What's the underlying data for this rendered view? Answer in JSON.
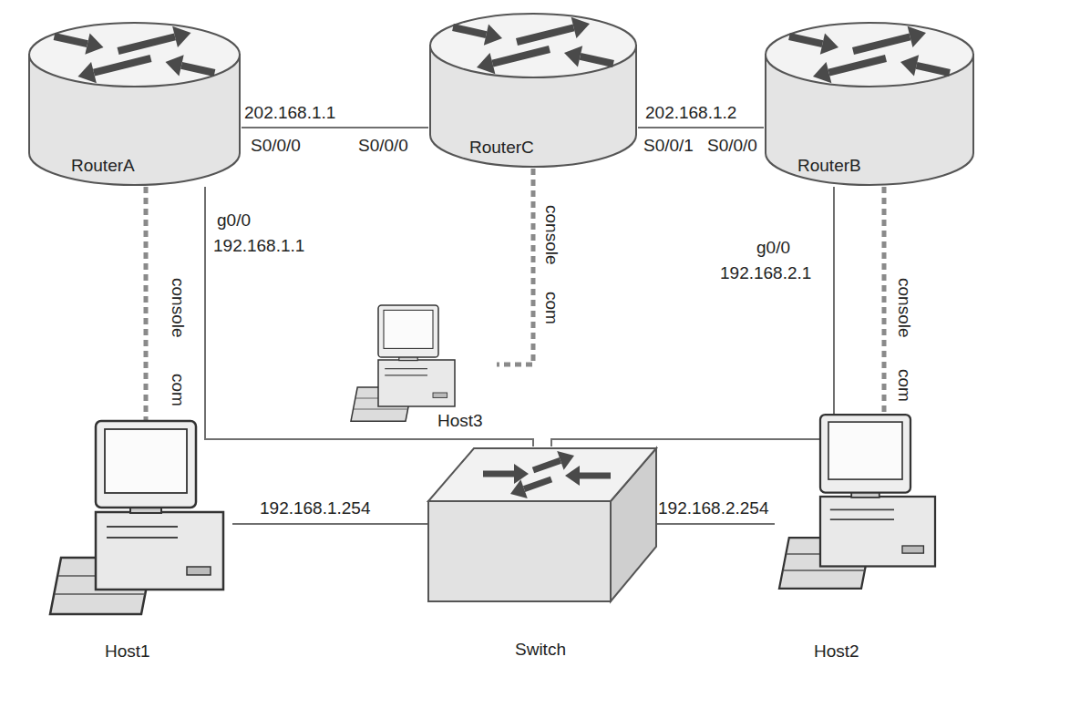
{
  "diagram": {
    "nodes": [
      {
        "text": [
          "RouterA"
        ]
      },
      {
        "text": [
          "RouterC"
        ]
      },
      {
        "text": [
          "RouterB"
        ]
      },
      {
        "text": [
          "Host3"
        ]
      },
      {
        "text": [
          "Host1"
        ]
      },
      {
        "text": [
          "Switch"
        ]
      },
      {
        "text": [
          "Host2"
        ]
      }
    ],
    "edges": [
      {
        "from": 0,
        "to": 1,
        "arrow": "none"
      },
      {
        "from": 1,
        "to": 2,
        "arrow": "none"
      },
      {
        "from": 0,
        "to": 4,
        "arrow": "none"
      },
      {
        "from": 1,
        "to": 3,
        "arrow": "none"
      },
      {
        "from": 2,
        "to": 6,
        "arrow": "none"
      },
      {
        "from": 0,
        "to": 5,
        "arrow": "none"
      },
      {
        "from": 2,
        "to": 5,
        "arrow": "none"
      },
      {
        "from": 4,
        "to": 5,
        "arrow": "none"
      },
      {
        "from": 5,
        "to": 6,
        "arrow": "none"
      }
    ],
    "labels": [
      "202.168.1.1",
      "S0/0/0",
      "S0/0/0",
      "202.168.1.2",
      "S0/0/1",
      "S0/0/0",
      "g0/0",
      "192.168.1.1",
      "console",
      "com",
      "console",
      "com",
      "g0/0",
      "192.168.2.1",
      "console",
      "com",
      "192.168.1.254",
      "192.168.2.254"
    ]
  }
}
